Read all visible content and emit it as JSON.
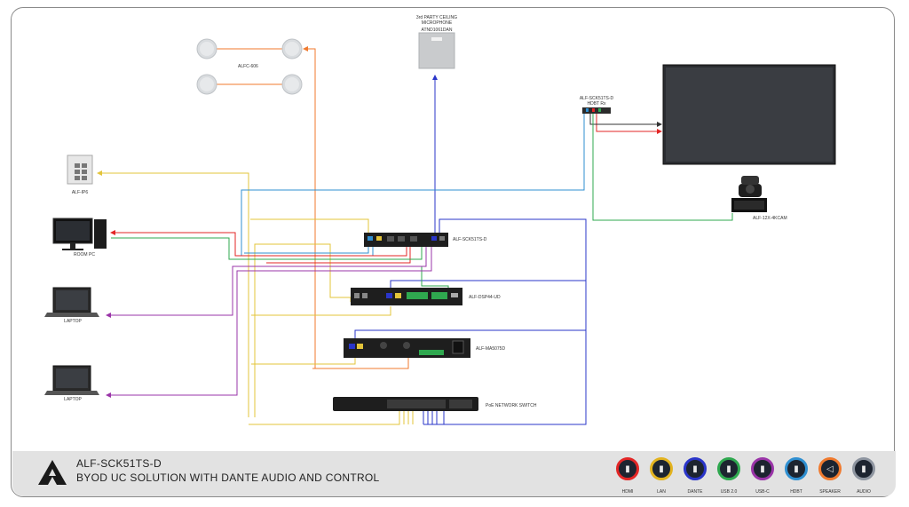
{
  "labels": {
    "ceiling_mic_heading": "3rd PARTY CEILING MICROPHONE",
    "ceiling_mic_model": "ATND1061DAN",
    "speakers": "ALFC-606",
    "hdbt_rx_model": "ALF-SCK51TS-D",
    "hdbt_rx_sub": "HDBT Rx",
    "keypad": "ALF-IP6",
    "room_pc": "ROOM PC",
    "transmitter": "ALF-SCK51TS-D",
    "dsp": "ALF-DSP44-UD",
    "amplifier": "ALF-MA5075D",
    "laptop_1": "LAPTOP",
    "laptop_2": "LAPTOP",
    "switch": "PoE NETWORK SWITCH",
    "camera": "ALF-12X-4KCAM"
  },
  "footer": {
    "title": "ALF-SCK51TS-D",
    "subtitle": "BYOD UC SOLUTION WITH DANTE AUDIO AND CONTROL"
  },
  "legend": [
    {
      "label": "HDMI",
      "color": "#e32626",
      "icon": "hdmi-cable-icon"
    },
    {
      "label": "LAN",
      "color": "#e3b31f",
      "icon": "lan-cable-icon"
    },
    {
      "label": "DANTE",
      "color": "#2a35c9",
      "icon": "dante-cable-icon"
    },
    {
      "label": "USB 2.0",
      "color": "#2fa84f",
      "icon": "usb2-cable-icon"
    },
    {
      "label": "USB-C",
      "color": "#9a34a8",
      "icon": "usbc-cable-icon"
    },
    {
      "label": "HDBT",
      "color": "#2f8fd1",
      "icon": "hdbt-cable-icon"
    },
    {
      "label": "SPEAKER",
      "color": "#f07a2e",
      "icon": "speaker-icon"
    },
    {
      "label": "AUDIO",
      "color": "#8e95a0",
      "icon": "audio-cable-icon"
    }
  ],
  "colors": {
    "hdmi": "#e32626",
    "lan": "#e3c43a",
    "dante": "#2a35c9",
    "usb": "#2fa84f",
    "usbc": "#9a34a8",
    "hdbt": "#2f8fd1",
    "speaker": "#f07a2e"
  }
}
